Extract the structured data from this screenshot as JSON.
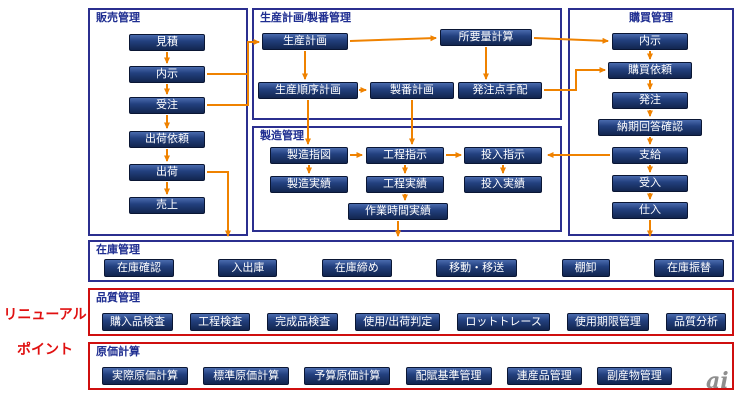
{
  "annotations": {
    "renewal_line1": "リニューアル",
    "renewal_line2": "ポイント"
  },
  "watermark": "ai",
  "groups": {
    "sales": {
      "title": "販売管理",
      "items": [
        "見積",
        "内示",
        "受注",
        "出荷依頼",
        "出荷",
        "売上"
      ]
    },
    "production_planning": {
      "title": "生産計画/製番管理",
      "items": [
        "生産計画",
        "所要量計算",
        "生産順序計画",
        "製番計画",
        "発注点手配"
      ]
    },
    "manufacturing": {
      "title": "製造管理",
      "items": [
        "製造指図",
        "工程指示",
        "投入指示",
        "製造実績",
        "工程実績",
        "投入実績",
        "作業時間実績"
      ]
    },
    "purchasing": {
      "title": "購買管理",
      "items": [
        "内示",
        "購買依頼",
        "発注",
        "納期回答確認",
        "支給",
        "受入",
        "仕入"
      ]
    },
    "inventory": {
      "title": "在庫管理",
      "items": [
        "在庫確認",
        "入出庫",
        "在庫締め",
        "移動・移送",
        "棚卸",
        "在庫振替"
      ]
    },
    "quality": {
      "title": "品質管理",
      "items": [
        "購入品検査",
        "工程検査",
        "完成品検査",
        "使用/出荷判定",
        "ロットトレース",
        "使用期限管理",
        "品質分析"
      ]
    },
    "costing": {
      "title": "原価計算",
      "items": [
        "実際原価計算",
        "標準原価計算",
        "予算原価計算",
        "配賦基準管理",
        "連産品管理",
        "副産物管理"
      ]
    }
  },
  "colors": {
    "accent_navy": "#1f2e91",
    "node_fill": "#23407f",
    "arrow_orange": "#ef8200",
    "highlight_red": "#d01212"
  }
}
